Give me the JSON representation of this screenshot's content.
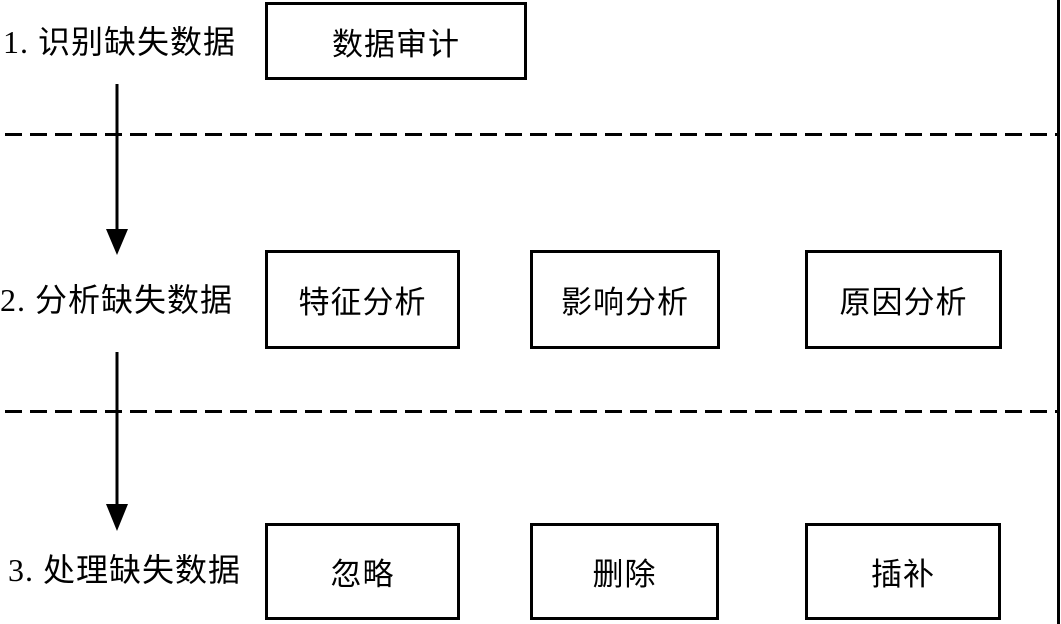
{
  "figure": {
    "background_color": "#ffffff",
    "line_color": "#000000",
    "steps": [
      {
        "label": "1. 识别缺失数据",
        "boxes": [
          "数据审计"
        ]
      },
      {
        "label": "2. 分析缺失数据",
        "boxes": [
          "特征分析",
          "影响分析",
          "原因分析"
        ]
      },
      {
        "label": "3. 处理缺失数据",
        "boxes": [
          "忽略",
          "删除",
          "插补"
        ]
      }
    ]
  }
}
